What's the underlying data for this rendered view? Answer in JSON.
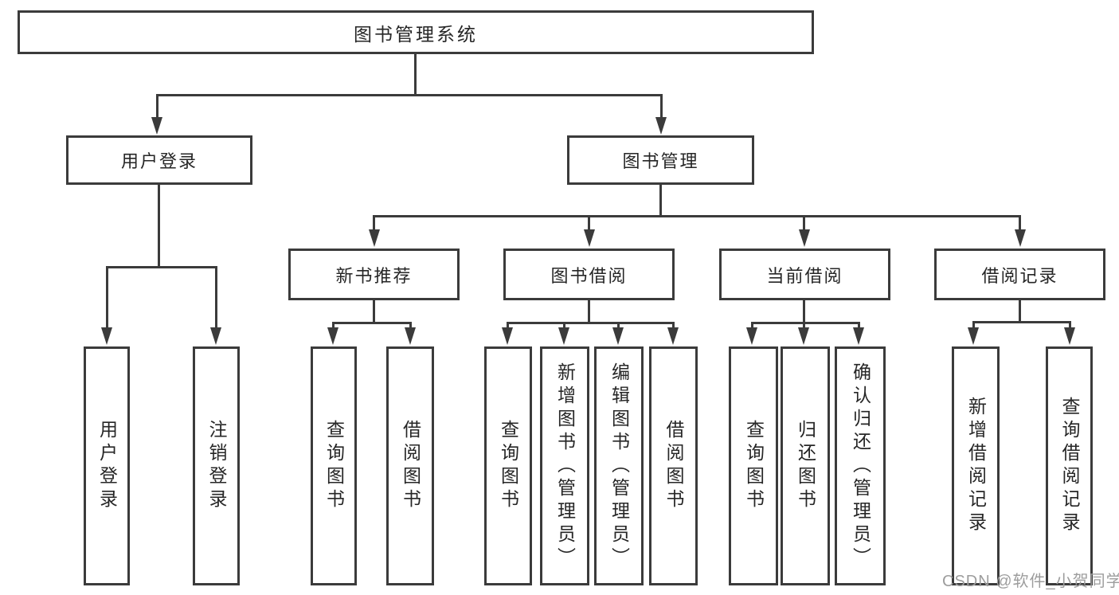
{
  "diagram": {
    "root": {
      "label": "图书管理系统"
    },
    "level2": [
      {
        "label": "用户登录"
      },
      {
        "label": "图书管理"
      }
    ],
    "level3": [
      {
        "label": "新书推荐"
      },
      {
        "label": "图书借阅"
      },
      {
        "label": "当前借阅"
      },
      {
        "label": "借阅记录"
      }
    ],
    "leaves": {
      "user_login": [
        {
          "label": "用户登录"
        },
        {
          "label": "注销登录"
        }
      ],
      "new_book": [
        {
          "label": "查询图书"
        },
        {
          "label": "借阅图书"
        }
      ],
      "book_borrow": [
        {
          "label": "查询图书"
        },
        {
          "label": "新增图书（管理员）"
        },
        {
          "label": "编辑图书（管理员）"
        },
        {
          "label": "借阅图书"
        }
      ],
      "current_borrow": [
        {
          "label": "查询图书"
        },
        {
          "label": "归还图书"
        },
        {
          "label": "确认归还（管理员）"
        }
      ],
      "borrow_records": [
        {
          "label": "新增借阅记录"
        },
        {
          "label": "查询借阅记录"
        }
      ]
    },
    "watermark": "CSDN @软件_小贺同学",
    "colors": {
      "line": "#3b3b3b",
      "text": "#262626",
      "watermark": "#9d9d9d",
      "background": "#ffffff"
    }
  }
}
